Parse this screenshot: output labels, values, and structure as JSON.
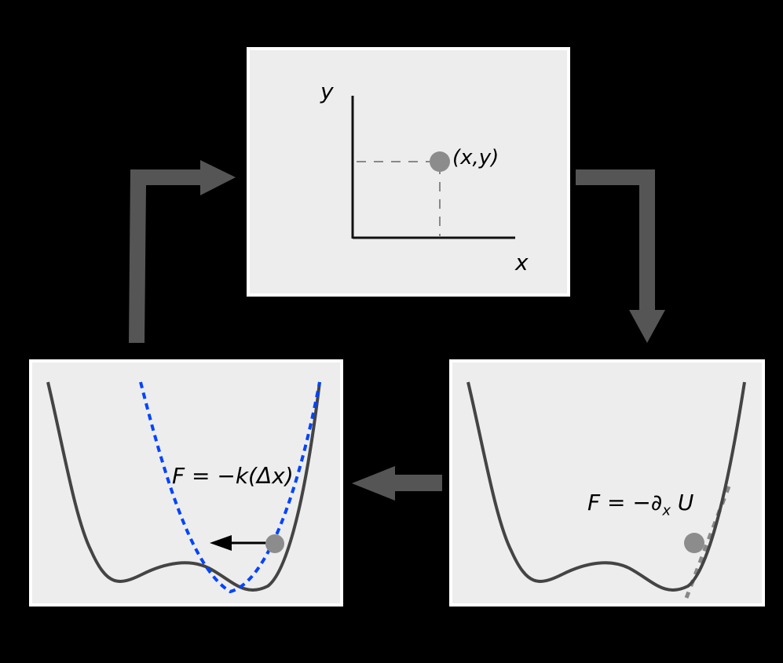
{
  "diagram": {
    "title": "",
    "background": "#000000",
    "panel_fill": "#ededed",
    "panel_border": "#ffffff",
    "arrow_color": "#555555",
    "curve_color": "#444444",
    "harmonic_color": "#0044ff",
    "particle_color": "#8c8c8c"
  },
  "top_panel": {
    "y_axis_label": "y",
    "x_axis_label": "x",
    "point_label": "(x,y)"
  },
  "right_panel": {
    "equation_prefix": "F = −∂",
    "equation_sub": "x",
    "equation_suffix": " U"
  },
  "left_panel": {
    "equation": "F = −k(Δx)"
  },
  "flow": [
    {
      "from": "top_panel",
      "to": "right_panel",
      "shape": "elbow-down"
    },
    {
      "from": "right_panel",
      "to": "left_panel",
      "shape": "left"
    },
    {
      "from": "left_panel",
      "to": "top_panel",
      "shape": "elbow-right"
    }
  ]
}
